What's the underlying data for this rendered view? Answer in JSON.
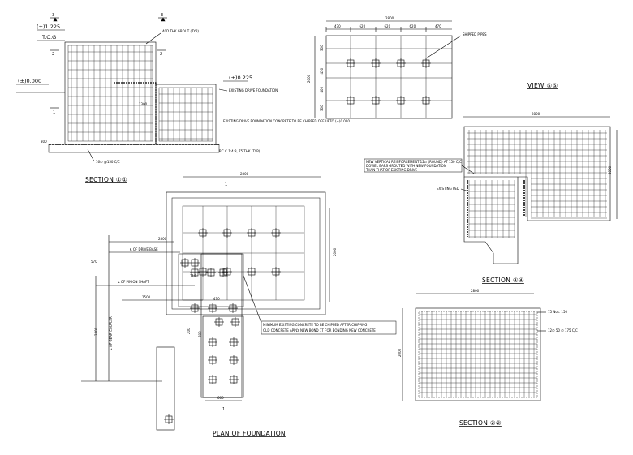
{
  "drawing": {
    "section_11": {
      "title": "SECTION ①①",
      "levels": {
        "top": "(+)1.225",
        "tog": "T.O.G",
        "ground": "(±)0.000",
        "step": "(+)0.225"
      },
      "markers": {
        "a": "3",
        "b": "2",
        "c": "1"
      },
      "notes": {
        "grout": "40D THK GROUT (TYP)",
        "existing": "EXISTING DRIVE FOUNDATION",
        "conc": "EXISTING DRIVE FOUNDATION CONCRETE TO BE CHIPPED OFF UPTO (+)0.000",
        "pcc": "P.C.C 1:4:8, 75 THK (TYP)",
        "bars": "16∅ @150 C/C"
      },
      "dims": {
        "d1": "300",
        "d2": "1300"
      }
    },
    "view_55": {
      "title": "VIEW ⑤⑤",
      "overall": "2800",
      "top_dims": [
        "470",
        "620",
        "620",
        "620",
        "470"
      ],
      "side_dims": [
        "300",
        "450",
        "400",
        "300"
      ],
      "side_total": "2000",
      "note": "SHIPPED PIPES"
    },
    "section_44": {
      "title": "SECTION ④④",
      "width": "2800",
      "height": "2000",
      "note": "NEW VERTICAL REINFORCEMENT 12∅ (ROUND) AT 150 C/C",
      "note2": "DOWEL BARS GROUTED WITH NEW FOUNDATION",
      "note3": "THAN THAT OF EXISTING DRIVE",
      "label": "EXISTING PED"
    },
    "plan": {
      "title": "PLAN OF FOUNDATION",
      "top_dim": "2800",
      "inner_dim": "2800",
      "side_dim": "2000",
      "marker": "1",
      "notes": {
        "drive": "℄ OF DRIVE BASE",
        "pinion": "℄ OF PINION SHAFT",
        "gear": "℄ OF GEAR COUPLER",
        "chipped": "MINIMUM EXISTING CONCRETE TO BE CHIPPED AFTER CHIPPING",
        "bond": "OLD CONCRETE APPLY NEW BOND 1T FOR BONDING NEW CONCRETE"
      },
      "dims": {
        "a": "570",
        "b": "1500",
        "c": "470",
        "d": "2400",
        "e": "600",
        "f": "600",
        "g": "200",
        "h": "715"
      }
    },
    "section_22": {
      "title": "SECTION ②②",
      "width": "2800",
      "height": "2000",
      "notes": {
        "cover": "75 Nos. 150",
        "bars": "12∅ 50 ∅ 175 C/C"
      }
    }
  }
}
